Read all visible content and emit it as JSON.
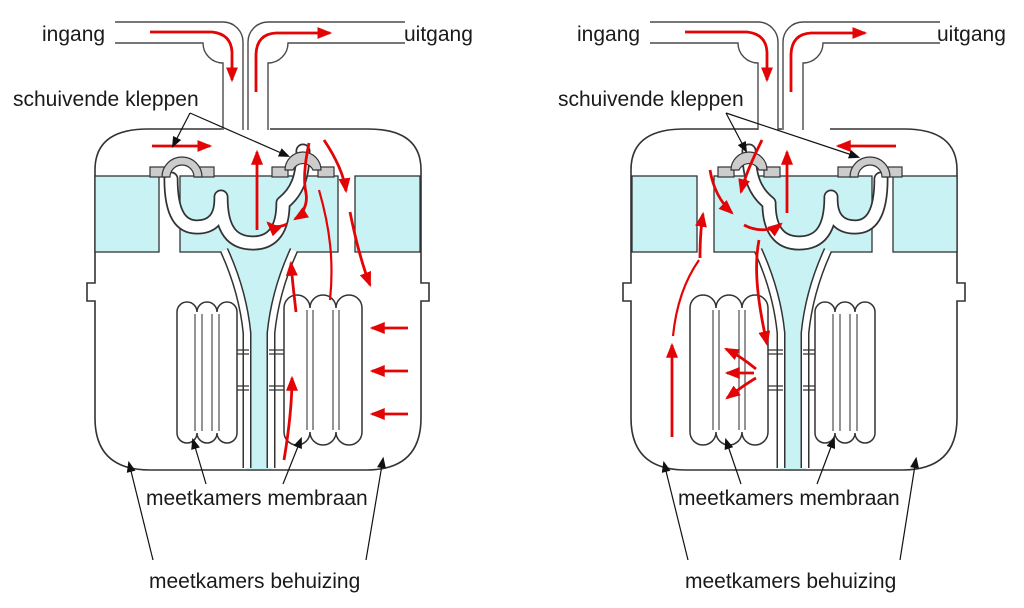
{
  "figure": {
    "description_domain": "gas-meter valve and measuring chamber diagram, two phases",
    "colors": {
      "flow_arrow_red": "#e30505",
      "outline_dark": "#333333",
      "pipe_outline": "#4a4a4a",
      "chamber_cyan": "#c9f2f5",
      "valve_gray": "#cccccc",
      "label_text": "#1a1a1a",
      "background": "#ffffff"
    },
    "diagrams": [
      {
        "id": "phase-1",
        "inlet_label": "ingang",
        "outlet_label": "uitgang",
        "valves_label": "schuivende kleppen",
        "membrane_label": "meetkamers membraan",
        "housing_label": "meetkamers behuizing"
      },
      {
        "id": "phase-2",
        "inlet_label": "ingang",
        "outlet_label": "uitgang",
        "valves_label": "schuivende kleppen",
        "membrane_label": "meetkamers membraan",
        "housing_label": "meetkamers behuizing"
      }
    ]
  }
}
